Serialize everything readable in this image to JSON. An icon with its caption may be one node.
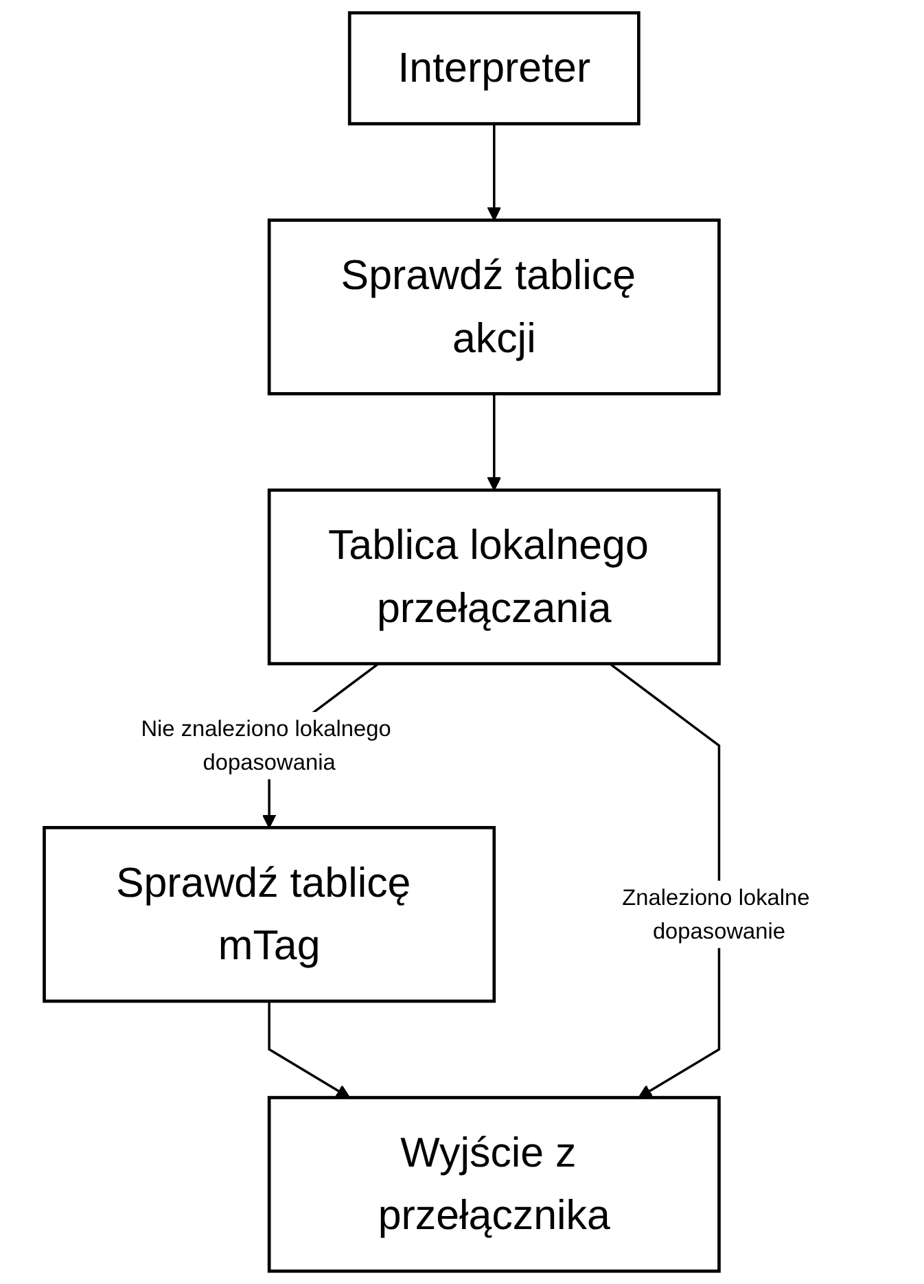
{
  "diagram": {
    "nodes": [
      {
        "text": [
          "Interpreter"
        ]
      },
      {
        "text": [
          "Sprawdź tablicę akcji"
        ]
      },
      {
        "text": [
          "Tablica lokalnego przełączania"
        ]
      },
      {
        "text": [
          "Sprawdź tablicę mTag"
        ]
      },
      {
        "text": [
          "Wyjście z przełącznika"
        ]
      }
    ],
    "edges": [
      {
        "from": 0,
        "to": 1,
        "arrow": "to"
      },
      {
        "from": 1,
        "to": 2,
        "arrow": "to"
      },
      {
        "from": 2,
        "to": 3,
        "arrow": "to",
        "label": "Nie znaleziono lokalnego dopasowania"
      },
      {
        "from": 3,
        "to": 4,
        "arrow": "to"
      },
      {
        "from": 2,
        "to": 4,
        "arrow": "to",
        "label": "Znaleziono lokalne dopasowanie"
      }
    ]
  }
}
